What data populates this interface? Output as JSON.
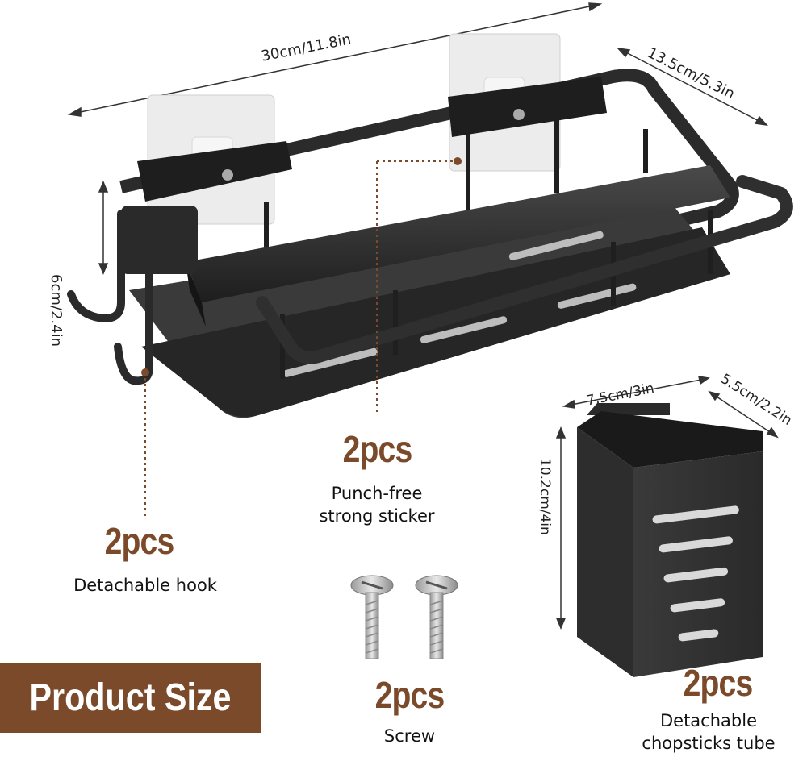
{
  "dimensions": {
    "length": "30cm/11.8in",
    "depth": "13.5cm/5.3in",
    "height": "6cm/2.4in",
    "tube_width": "7.5cm/3in",
    "tube_depth": "5.5cm/2.2in",
    "tube_height": "10.2cm/4in"
  },
  "parts": {
    "sticker": {
      "qty": "2pcs",
      "line1": "Punch-free",
      "line2": "strong sticker"
    },
    "hook": {
      "qty": "2pcs",
      "label": "Detachable hook"
    },
    "screw": {
      "qty": "2pcs",
      "label": "Screw"
    },
    "tube": {
      "qty": "2pcs",
      "line1": "Detachable",
      "line2": "chopsticks tube"
    }
  },
  "banner": {
    "text": "Product Size"
  },
  "colors": {
    "accent": "#7a4a2a",
    "metal": "#2a2a2a",
    "sticker": "#e9e9e9"
  }
}
